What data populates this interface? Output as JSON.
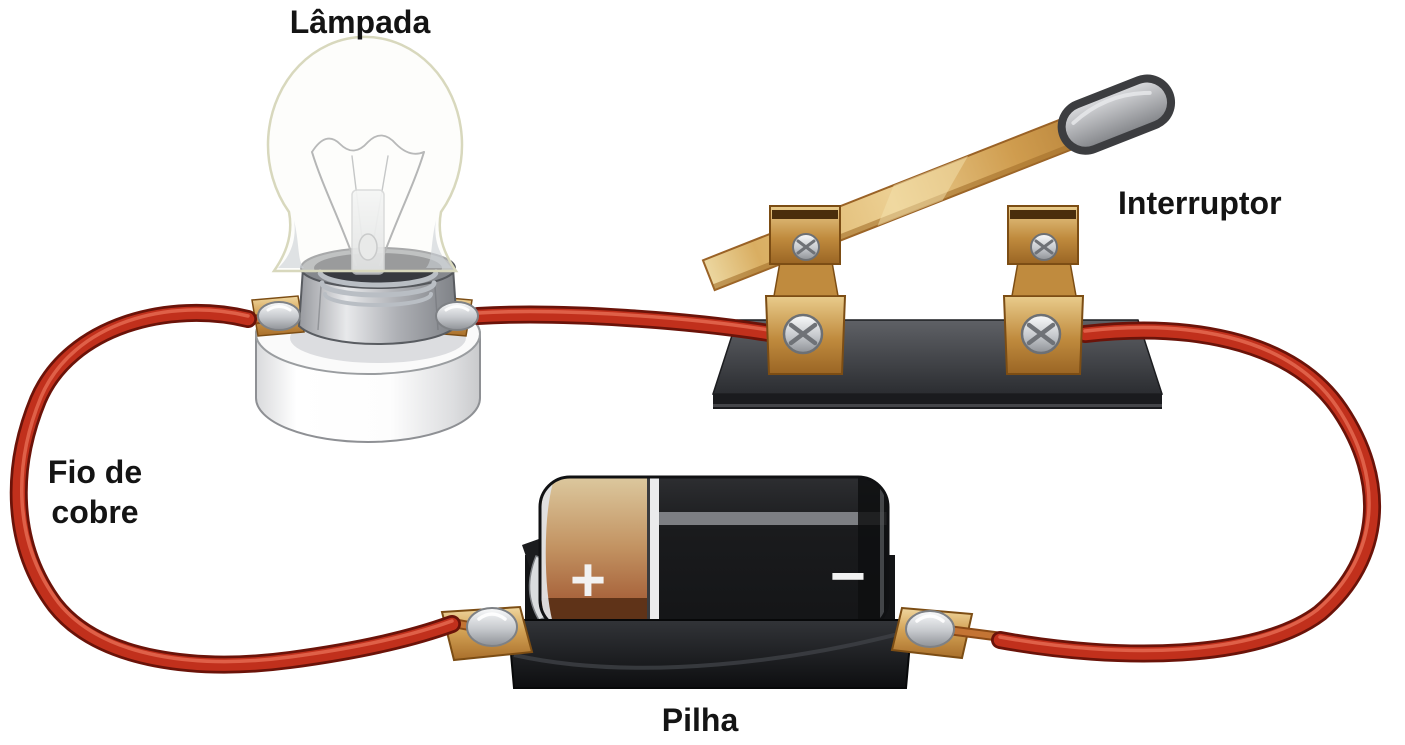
{
  "diagram": {
    "type": "simple-electric-circuit",
    "background": "#ffffff",
    "labels": {
      "lamp": "Lâmpada",
      "switch": "Interruptor",
      "wire_line1": "Fio de",
      "wire_line2": "cobre",
      "battery": "Pilha"
    },
    "battery_markings": {
      "positive": "+",
      "negative": "−"
    },
    "colors": {
      "wire_red": "#c1301c",
      "wire_outline": "#6b1309",
      "wire_highlight": "#e2664e",
      "copper_tip": "#c47434",
      "brass": "#d8a855",
      "silver": "#c6c9cd",
      "battery_positive_body": "#b5754a",
      "battery_negative_body": "#1b1c1e",
      "battery_band_gray": "#7d7f83",
      "switch_base_dark": "#2b2d31",
      "lamp_base_white": "#fafafa",
      "label_text": "#141414"
    }
  }
}
